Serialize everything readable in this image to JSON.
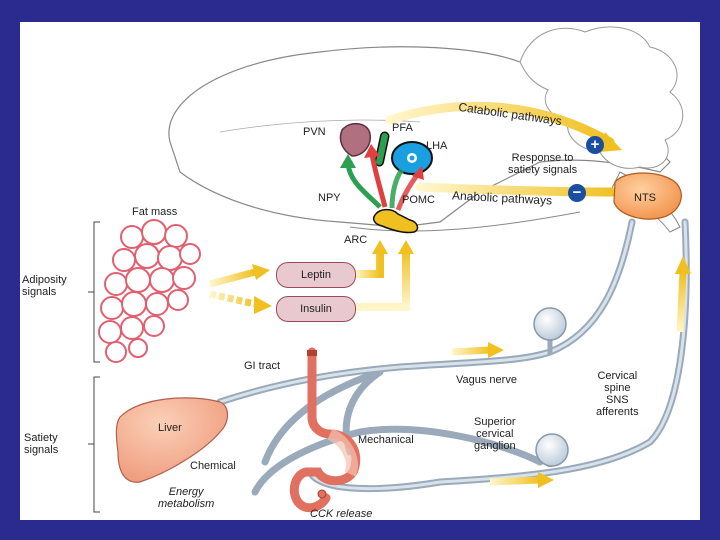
{
  "brain": {
    "catabolic": "Catabolic pathways",
    "anabolic": "Anabolic pathways",
    "response": "Response to\nsatiety signals",
    "plus": "+",
    "minus": "−",
    "pvn": "PVN",
    "pfa": "PFA",
    "lha": "LHA",
    "npy": "NPY",
    "pomc": "POMC",
    "arc": "ARC",
    "nts": "NTS"
  },
  "left": {
    "fat_mass": "Fat mass",
    "adiposity": "Adiposity\nsignals",
    "satiety": "Satiety\nsignals"
  },
  "hormones": {
    "leptin": "Leptin",
    "insulin": "Insulin"
  },
  "body": {
    "gi_tract": "GI tract",
    "vagus": "Vagus nerve",
    "cervical": "Cervical\nspine\nSNS\nafferents",
    "superior": "Superior\ncervical\nganglion",
    "liver": "Liver",
    "chemical": "Chemical",
    "mechanical": "Mechanical",
    "energy": "Energy\nmetabolism",
    "cck": "CCK release"
  },
  "colors": {
    "pathway": "#f0c020",
    "nerve": "#b8c8d8",
    "organ": "#f0a080",
    "fat": "#e06070"
  }
}
